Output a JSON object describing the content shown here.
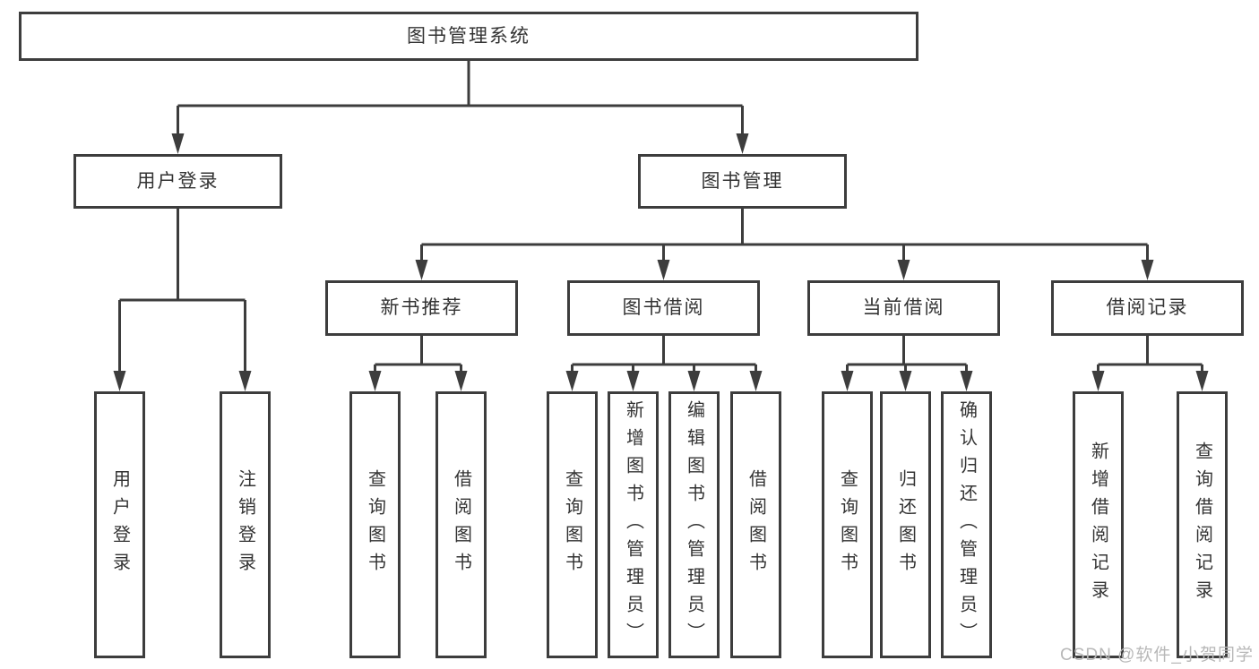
{
  "tree": {
    "label": "图书管理系统",
    "children": [
      {
        "label": "用户登录",
        "children": [
          {
            "label": "用户登录"
          },
          {
            "label": "注销登录"
          }
        ]
      },
      {
        "label": "图书管理",
        "children": [
          {
            "label": "新书推荐",
            "children": [
              {
                "label": "查询图书"
              },
              {
                "label": "借阅图书"
              }
            ]
          },
          {
            "label": "图书借阅",
            "children": [
              {
                "label": "查询图书"
              },
              {
                "label": "新增图书（管理员）"
              },
              {
                "label": "编辑图书（管理员）"
              },
              {
                "label": "借阅图书"
              }
            ]
          },
          {
            "label": "当前借阅",
            "children": [
              {
                "label": "查询图书"
              },
              {
                "label": "归还图书"
              },
              {
                "label": "确认归还（管理员）"
              }
            ]
          },
          {
            "label": "借阅记录",
            "children": [
              {
                "label": "新增借阅记录"
              },
              {
                "label": "查询借阅记录"
              }
            ]
          }
        ]
      }
    ]
  },
  "watermark": "CSDN @软件_小贺同学",
  "colors": {
    "line": "#3d3d3d",
    "text": "#333333",
    "watermark": "#b8b8b8",
    "background": "#ffffff"
  }
}
